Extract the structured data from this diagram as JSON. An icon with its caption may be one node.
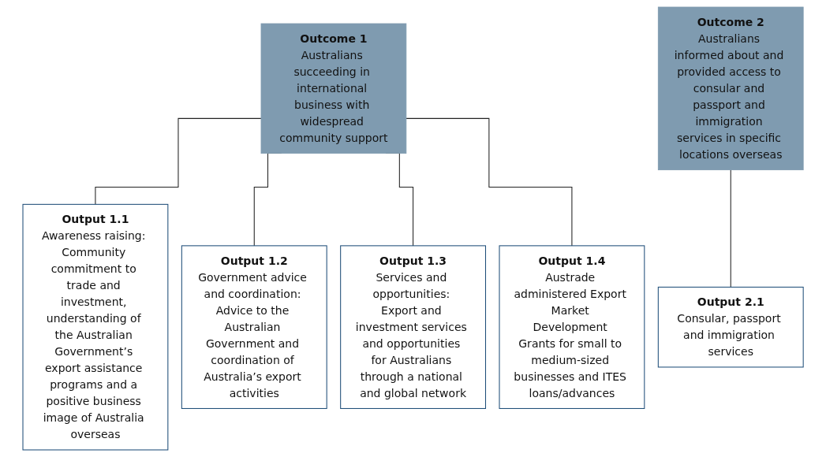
{
  "diagram": {
    "nodes": [
      {
        "text": [
          "Outcome 1",
          "Australians succeeding in international business with widespread community support"
        ]
      },
      {
        "text": [
          "Outcome 2",
          "Australians informed about and provided access to consular and passport and immigration services in specific locations overseas"
        ]
      },
      {
        "text": [
          "Output 1.1",
          "Awareness raising: Community commitment to trade and investment, understanding of the Australian Government’s export assistance programs and a positive business image of Australia overseas"
        ]
      },
      {
        "text": [
          "Output 1.2",
          "Government advice and coordination: Advice to the Australian Government and coordination of Australia’s export activities"
        ]
      },
      {
        "text": [
          "Output 1.3",
          "Services and opportunities: Export and investment services and opportunities for Australians through a national and global network"
        ]
      },
      {
        "text": [
          "Output 1.4",
          "Austrade administered Export Market Development Grants for small to medium-sized businesses and ITES loans/advances"
        ]
      },
      {
        "text": [
          "Output 2.1",
          "Consular, passport and immigration services"
        ]
      }
    ],
    "edges": [
      {
        "from": 0,
        "to": 2,
        "arrow": "none"
      },
      {
        "from": 0,
        "to": 3,
        "arrow": "none"
      },
      {
        "from": 0,
        "to": 4,
        "arrow": "none"
      },
      {
        "from": 0,
        "to": 5,
        "arrow": "none"
      },
      {
        "from": 1,
        "to": 6,
        "arrow": "none"
      }
    ]
  }
}
